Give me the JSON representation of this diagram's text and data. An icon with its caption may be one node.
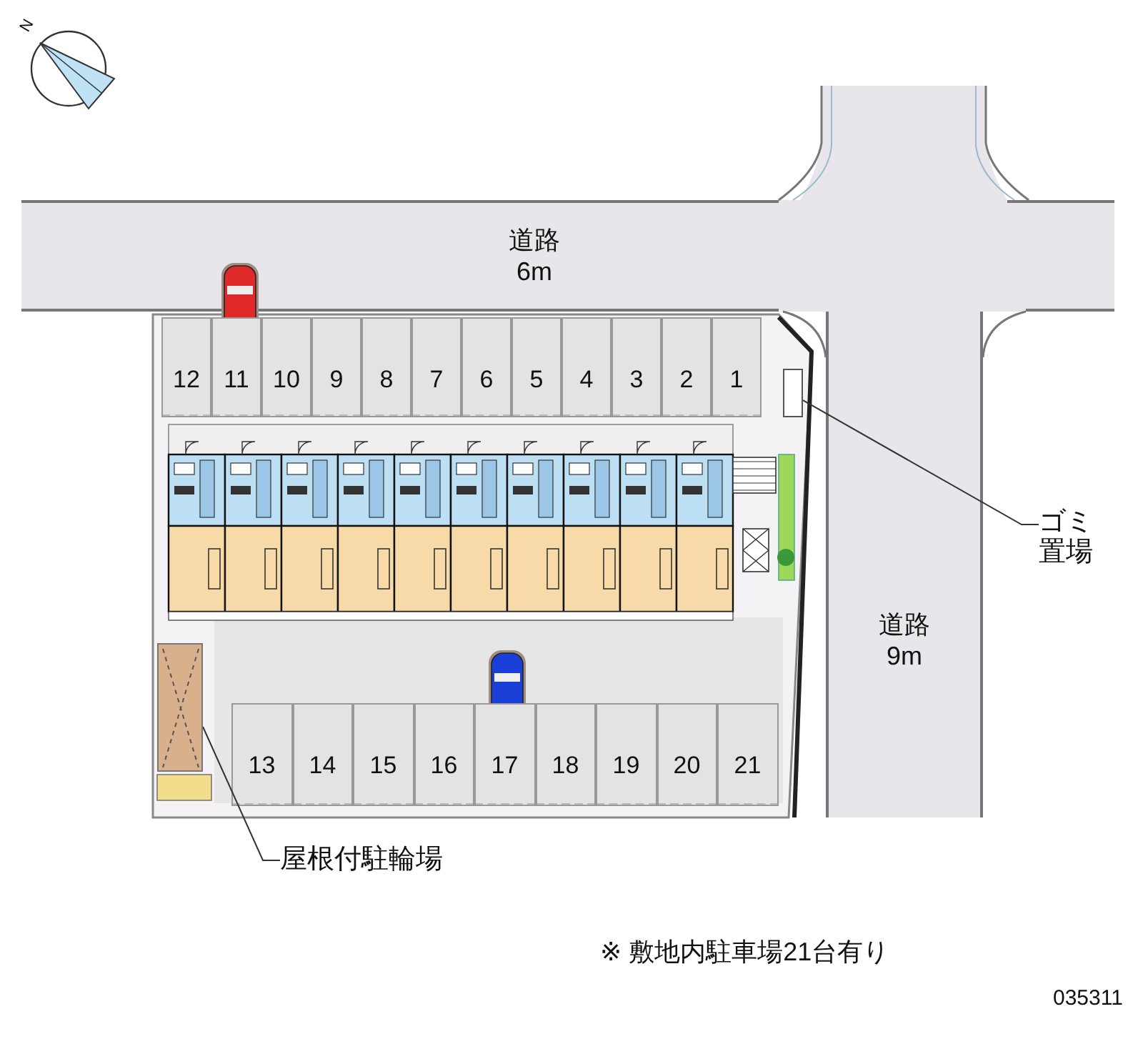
{
  "diagram": {
    "nodes": [
      {
        "text": [
          "道路 6m"
        ]
      },
      {
        "text": [
          "道路 9m"
        ]
      },
      {
        "text": [
          "12"
        ]
      },
      {
        "text": [
          "11"
        ]
      },
      {
        "text": [
          "10"
        ]
      },
      {
        "text": [
          "9"
        ]
      },
      {
        "text": [
          "8"
        ]
      },
      {
        "text": [
          "7"
        ]
      },
      {
        "text": [
          "6"
        ]
      },
      {
        "text": [
          "5"
        ]
      },
      {
        "text": [
          "4"
        ]
      },
      {
        "text": [
          "3"
        ]
      },
      {
        "text": [
          "2"
        ]
      },
      {
        "text": [
          "1"
        ]
      },
      {
        "text": [
          "13"
        ]
      },
      {
        "text": [
          "14"
        ]
      },
      {
        "text": [
          "15"
        ]
      },
      {
        "text": [
          "16"
        ]
      },
      {
        "text": [
          "17"
        ]
      },
      {
        "text": [
          "18"
        ]
      },
      {
        "text": [
          "19"
        ]
      },
      {
        "text": [
          "20"
        ]
      },
      {
        "text": [
          "21"
        ]
      },
      {
        "text": [
          "ゴミ置場"
        ]
      },
      {
        "text": [],
        "shape": "box"
      },
      {
        "text": [
          "屋根付駐輪場"
        ]
      },
      {
        "text": [],
        "shape": "box"
      }
    ],
    "edges": [
      {
        "from": 23,
        "to": 24,
        "arrow": "none"
      },
      {
        "from": 25,
        "to": 26,
        "arrow": "none"
      }
    ],
    "labels": [
      "N",
      "※ 敷地内駐車場21台有り",
      "035311"
    ]
  }
}
